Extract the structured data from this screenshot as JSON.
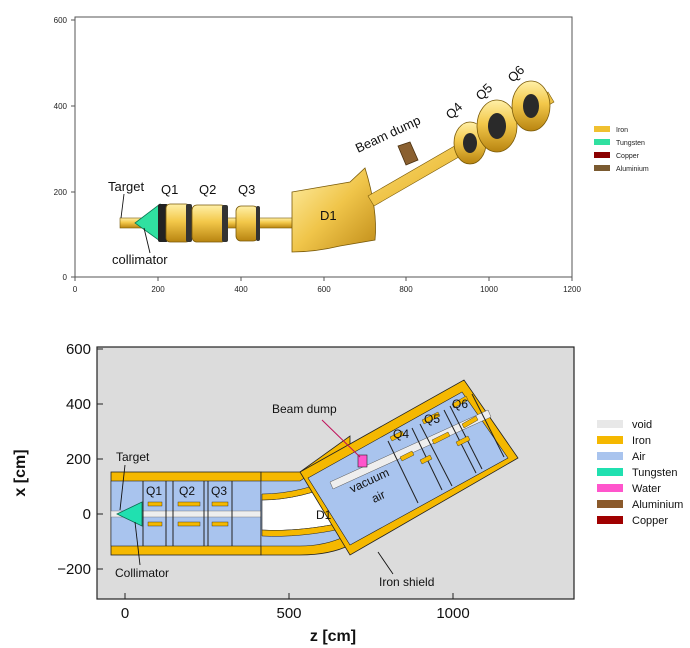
{
  "top_diagram": {
    "x_ticks": [
      "0",
      "200",
      "400",
      "600",
      "800",
      "1000",
      "1200"
    ],
    "y_ticks": [
      "0",
      "200",
      "400",
      "600"
    ],
    "labels": {
      "target": "Target",
      "collimator": "collimator",
      "q1": "Q1",
      "q2": "Q2",
      "q3": "Q3",
      "d1": "D1",
      "beam_dump": "Beam dump",
      "q4": "Q4",
      "q5": "Q5",
      "q6": "Q6"
    },
    "legend": [
      {
        "label": "Iron",
        "color": "#f0c030"
      },
      {
        "label": "Tungsten",
        "color": "#30e0a0"
      },
      {
        "label": "Copper",
        "color": "#8b0000"
      },
      {
        "label": "Aluminium",
        "color": "#7a5a30"
      }
    ]
  },
  "bottom_diagram": {
    "x_ticks": [
      "0",
      "500",
      "1000"
    ],
    "y_ticks": [
      "600",
      "400",
      "200",
      "0",
      "−200"
    ],
    "xlabel": "z [cm]",
    "ylabel": "x [cm]",
    "labels": {
      "target": "Target",
      "collimator": "Collimator",
      "q1": "Q1",
      "q2": "Q2",
      "q3": "Q3",
      "d1": "D1",
      "beam_dump": "Beam dump",
      "q4": "Q4",
      "q5": "Q5",
      "q6": "Q6",
      "vacuum": "vacuum",
      "air": "air",
      "iron_shield": "Iron shield"
    },
    "legend": [
      {
        "label": "void",
        "color": "#e8e8e8"
      },
      {
        "label": "Iron",
        "color": "#f5b800"
      },
      {
        "label": "Air",
        "color": "#a9c4ee"
      },
      {
        "label": "Tungsten",
        "color": "#20e0b0"
      },
      {
        "label": "Water",
        "color": "#ff55cc"
      },
      {
        "label": "Aluminium",
        "color": "#8b5a2b"
      },
      {
        "label": "Copper",
        "color": "#a00000"
      }
    ]
  }
}
